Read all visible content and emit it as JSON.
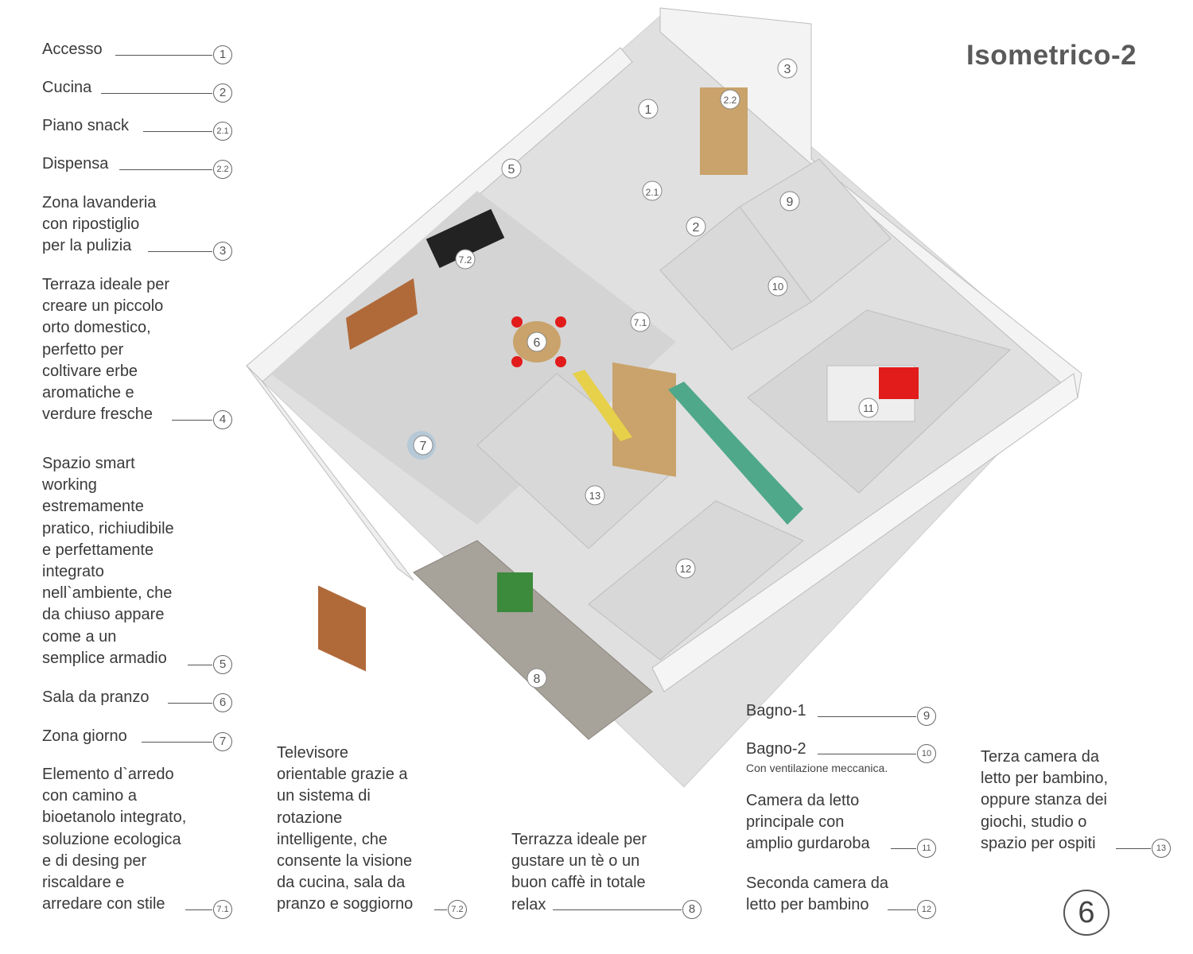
{
  "page": {
    "title": "Isometrico-2",
    "page_number": "6"
  },
  "legend": [
    {
      "id": "1",
      "text": "Accesso"
    },
    {
      "id": "2",
      "text": "Cucina"
    },
    {
      "id": "2.1",
      "text": "Piano snack"
    },
    {
      "id": "2.2",
      "text": "Dispensa"
    },
    {
      "id": "3",
      "text": "Zona lavanderia\ncon ripostiglio\nper la pulizia"
    },
    {
      "id": "4",
      "text": "Terraza ideale per\ncreare un piccolo\norto domestico,\nperfetto per\ncoltivare erbe\naromatiche e\nverdure fresche"
    },
    {
      "id": "5",
      "text": "Spazio smart\nworking\nestremamente\npratico, richiudibile\ne perfettamente\nintegrato\nnell`ambiente, che\nda chiuso appare\ncome a un\nsemplice armadio"
    },
    {
      "id": "6",
      "text": "Sala da pranzo"
    },
    {
      "id": "7",
      "text": "Zona giorno"
    },
    {
      "id": "7.1",
      "text": "Elemento d`arredo\ncon camino a\nbioetanolo integrato,\nsoluzione ecologica\ne di desing per\nriscaldare e\narredare con stile"
    },
    {
      "id": "7.2",
      "text": "Televisore\norientable grazie a\nun sistema di\nrotazione\nintelligente, che\nconsente la visione\nda cucina, sala da\npranzo e soggiorno"
    },
    {
      "id": "8",
      "text": "Terrazza ideale per\ngustare un tè o un\nbuon caffè in totale\nrelax"
    },
    {
      "id": "9",
      "text": "Bagno-1"
    },
    {
      "id": "10",
      "text": "Bagno-2",
      "note": "Con ventilazione meccanica."
    },
    {
      "id": "11",
      "text": "Camera da letto\nprincipale con\namplio gurdaroba"
    },
    {
      "id": "12",
      "text": "Seconda camera da\nletto per bambino"
    },
    {
      "id": "13",
      "text": "Terza camera da\nletto per bambino,\noppure stanza dei\ngiochi, studio o\nspazio per ospiti"
    }
  ],
  "plan_markers": [
    "1",
    "2",
    "2.1",
    "2.2",
    "3",
    "5",
    "6",
    "7",
    "7.1",
    "7.2",
    "8",
    "9",
    "10",
    "11",
    "12",
    "13"
  ],
  "colors": {
    "floor": "#d9d9d9",
    "wall": "#f1f1f1",
    "wood": "#c9a36b",
    "accent_red": "#e21b1b",
    "accent_green": "#4fa88a",
    "accent_yellow": "#e7d04a"
  }
}
